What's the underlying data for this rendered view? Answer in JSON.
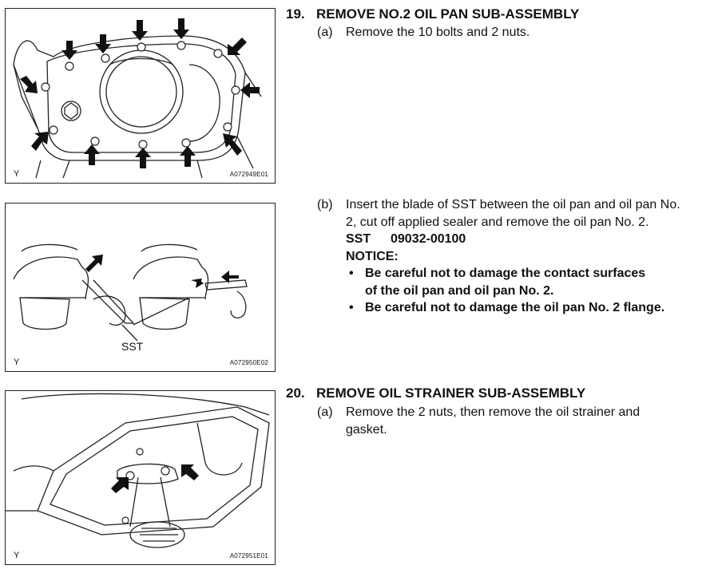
{
  "step19": {
    "number": "19.",
    "title": "REMOVE NO.2 OIL PAN SUB-ASSEMBLY",
    "a_label": "(a)",
    "a_text": "Remove the 10 bolts and 2 nuts.",
    "b_label": "(b)",
    "b_text": "Insert the blade of SST between the oil pan and oil pan No. 2, cut off applied sealer and remove the oil pan No. 2.",
    "sst_label": "SST",
    "sst_number": "09032-00100",
    "notice_label": "NOTICE:",
    "notices": [
      "Be careful not to damage the contact surfaces of the oil pan and oil pan No. 2.",
      "Be careful not to damage the oil pan No. 2 flange."
    ]
  },
  "step20": {
    "number": "20.",
    "title": "REMOVE OIL STRAINER SUB-ASSEMBLY",
    "a_label": "(a)",
    "a_text": "Remove the 2 nuts, then remove the oil strainer and gasket."
  },
  "figures": [
    {
      "corner": "Y",
      "code": "A072949E01"
    },
    {
      "corner": "Y",
      "code": "A072950E02",
      "callout": "SST"
    },
    {
      "corner": "Y",
      "code": "A072951E01"
    }
  ],
  "bullet_glyph": "•"
}
